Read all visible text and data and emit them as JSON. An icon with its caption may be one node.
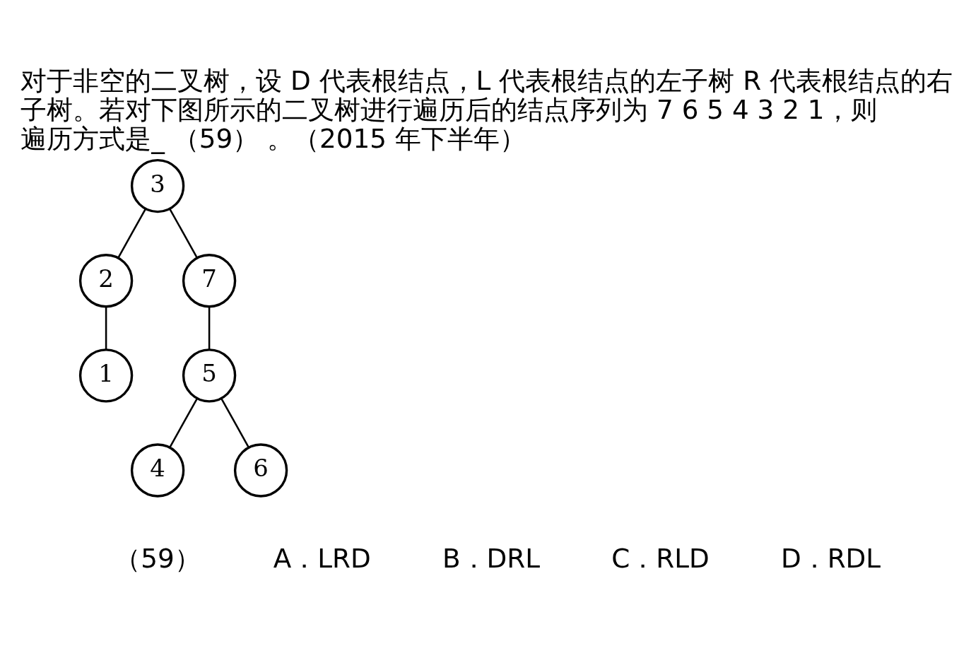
{
  "diagram": {
    "title": "对于非空的二叉树，设 D 代表根结点，L 代表根结点的左子树 R 代表根结点的右子树。若对下图所示的二叉树进行遍历后的结点序列为 7 6 5 4 3 2 1，则遍历方式是_ （59） 。（2015 年下半年）",
    "nodes": [
      {
        "text": [
          "3"
        ]
      },
      {
        "text": [
          "2"
        ]
      },
      {
        "text": [
          "7"
        ]
      },
      {
        "text": [
          "1"
        ]
      },
      {
        "text": [
          "5"
        ]
      },
      {
        "text": [
          "4"
        ]
      },
      {
        "text": [
          "6"
        ]
      }
    ],
    "edges": [
      {
        "from": 0,
        "to": 1,
        "arrow": "none"
      },
      {
        "from": 0,
        "to": 2,
        "arrow": "none"
      },
      {
        "from": 1,
        "to": 3,
        "arrow": "none"
      },
      {
        "from": 2,
        "to": 4,
        "arrow": "none"
      },
      {
        "from": 4,
        "to": 5,
        "arrow": "none"
      },
      {
        "from": 4,
        "to": 6,
        "arrow": "none"
      }
    ],
    "labels": [
      "（59）",
      "A．LRD",
      "B．DRL",
      "C．RLD",
      "D．RDL"
    ]
  }
}
